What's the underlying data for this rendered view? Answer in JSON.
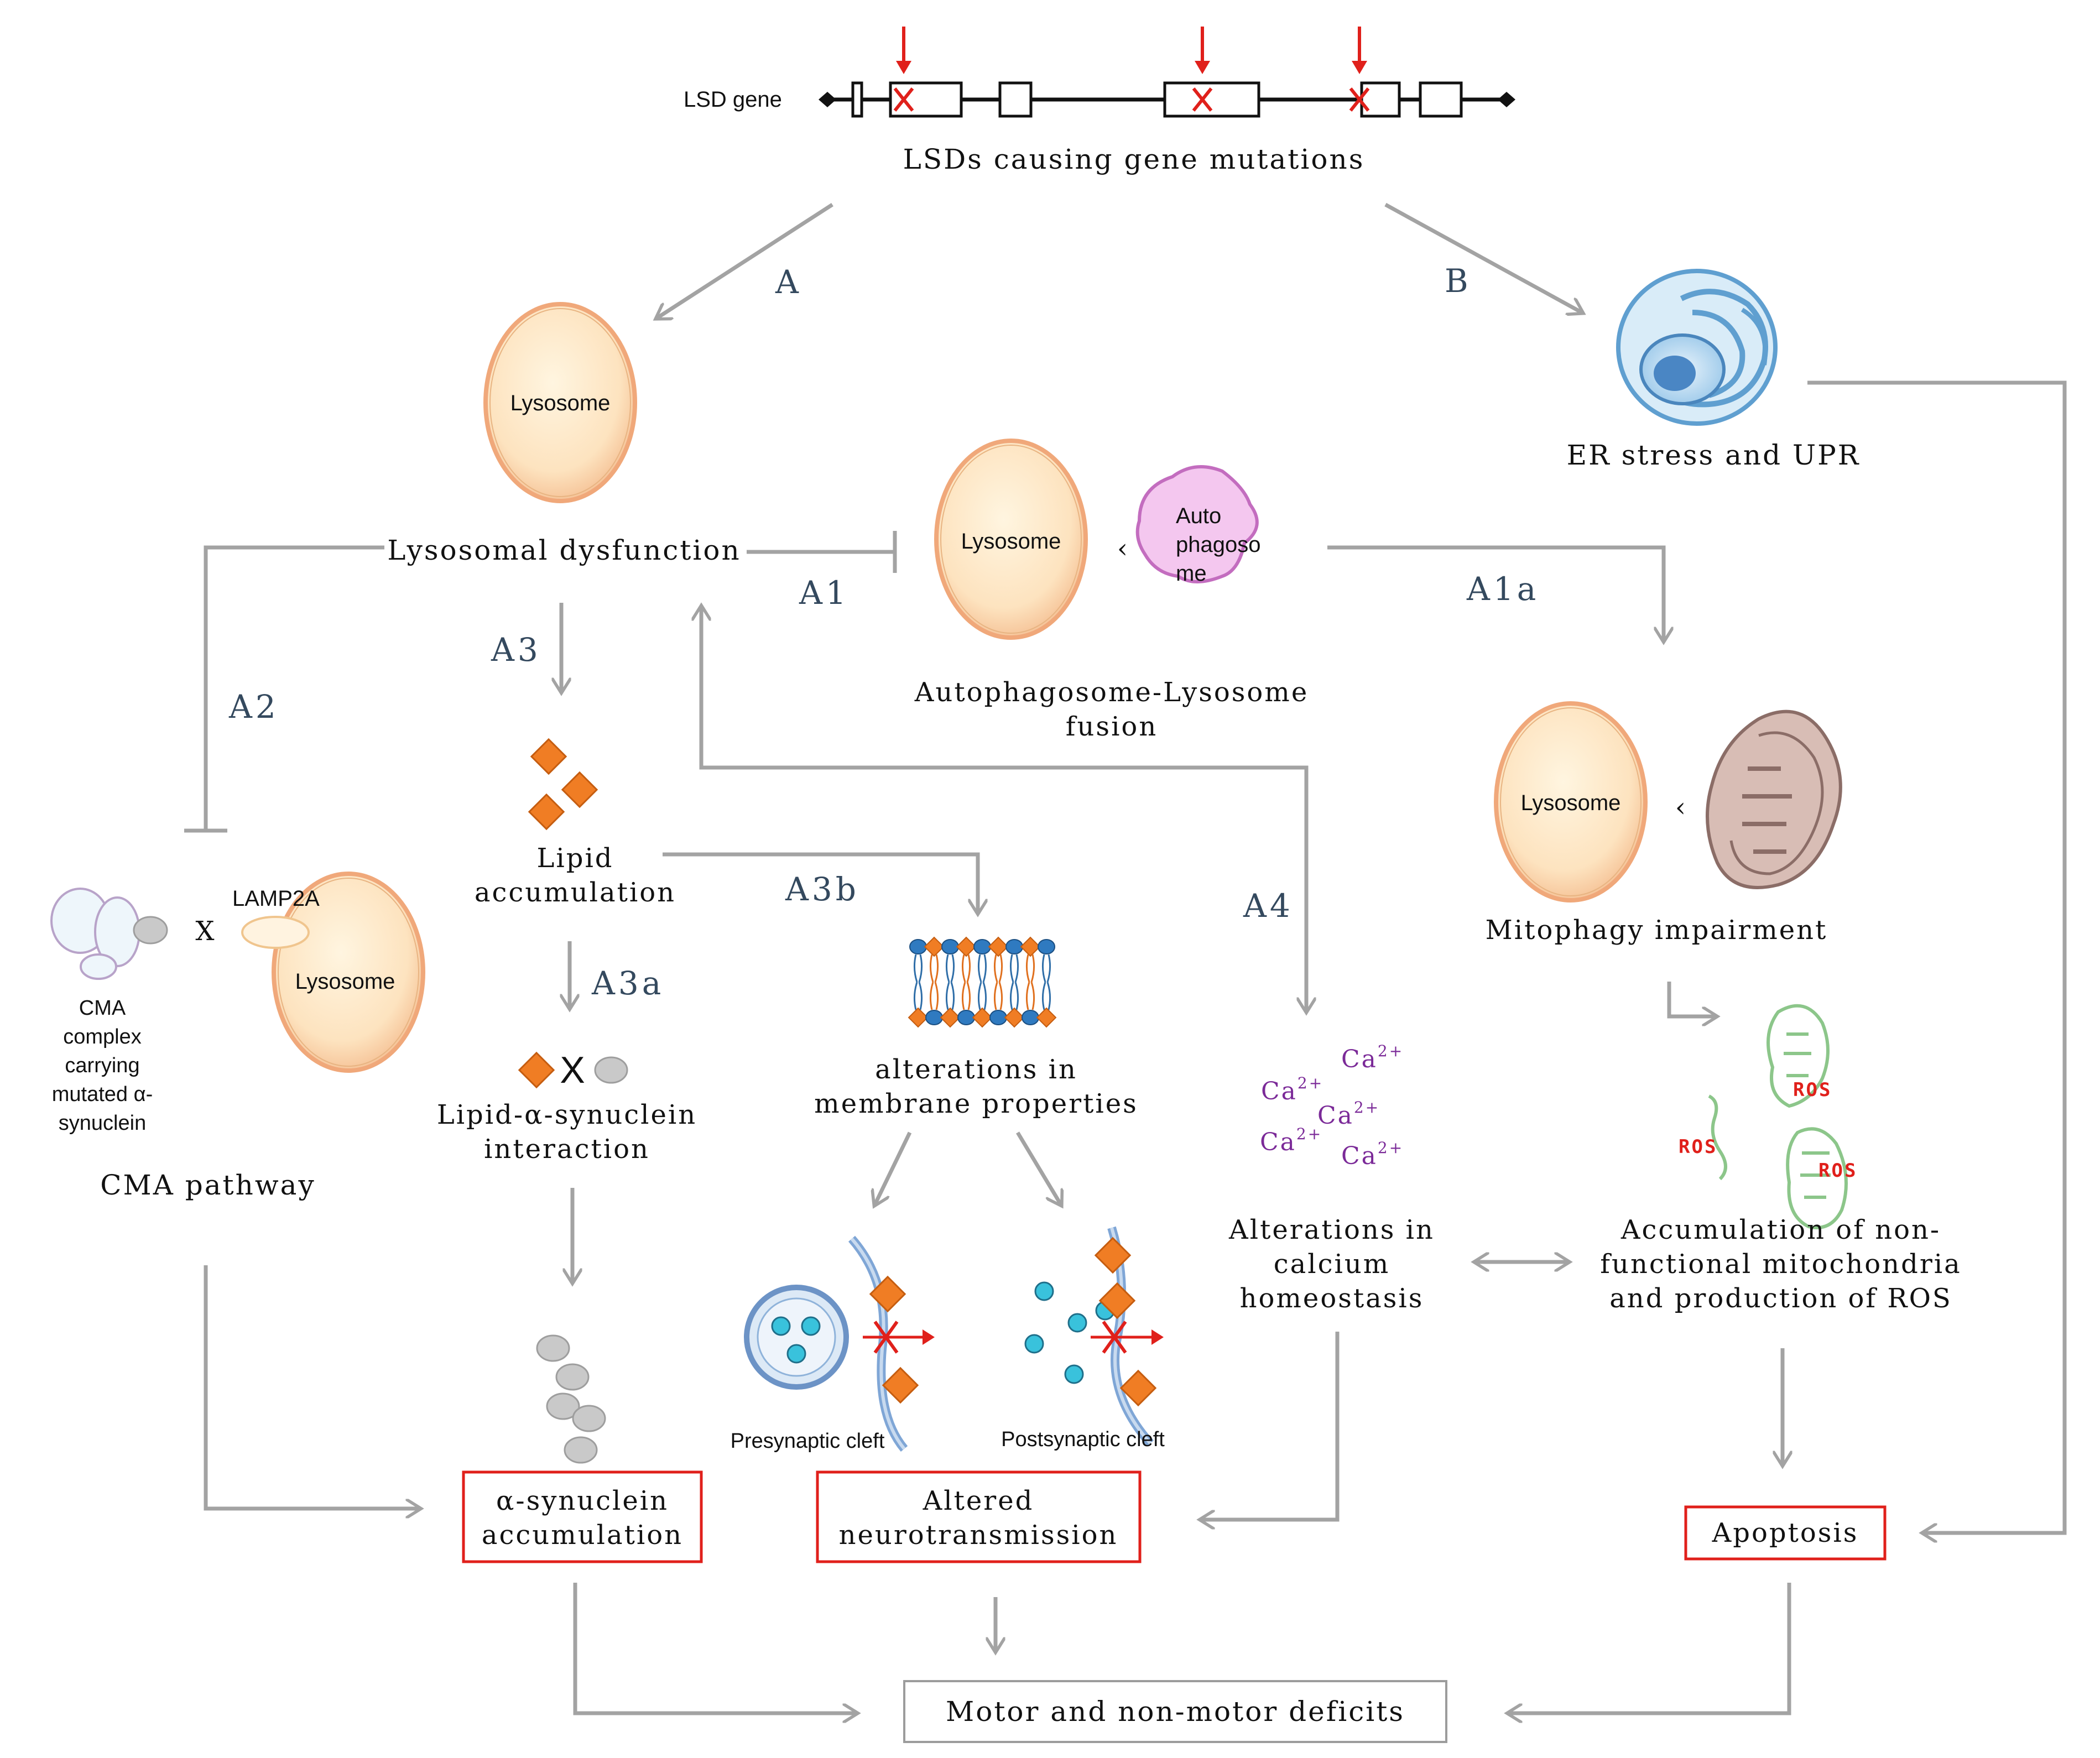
{
  "gene": {
    "label": "LSD gene",
    "caption": "LSDs causing gene mutations"
  },
  "pathway_labels": {
    "A": "A",
    "B": "B",
    "A1": "A1",
    "A1a": "A1a",
    "A2": "A2",
    "A3": "A3",
    "A3a": "A3a",
    "A3b": "A3b",
    "A4": "A4"
  },
  "nodes": {
    "lysosomal_dysfunction": "Lysosomal dysfunction",
    "er_stress": "ER stress and UPR",
    "autophagosome_fusion_line1": "Autophagosome-Lysosome",
    "autophagosome_fusion_line2": "fusion",
    "mitophagy": "Mitophagy impairment",
    "lipid_line1": "Lipid",
    "lipid_line2": "accumulation",
    "lipid_syn_line1": "Lipid-α-synuclein",
    "lipid_syn_line2": "interaction",
    "membrane_line1": "alterations in",
    "membrane_line2": "membrane properties",
    "calcium_line1": "Alterations in",
    "calcium_line2": "calcium",
    "calcium_line3": "homeostasis",
    "mito_line1": "Accumulation of non-",
    "mito_line2": "functional mitochondria",
    "mito_line3": "and production of ROS",
    "cma_pathway": "CMA pathway",
    "cma_complex_lines": [
      "CMA",
      "complex",
      "carrying",
      "mutated α-",
      "synuclein"
    ],
    "lamp2a": "LAMP2A",
    "presynaptic": "Presynaptic cleft",
    "postsynaptic": "Postsynaptic cleft"
  },
  "organelles": {
    "lysosome": "Lysosome",
    "autophagosome_lines": [
      "Auto",
      "phagoso",
      "me"
    ],
    "ca": "Ca",
    "ca_charge": "2+",
    "ros": "ROS"
  },
  "outcomes": {
    "syn_accum_line1": "α-synuclein",
    "syn_accum_line2": "accumulation",
    "neuro_line1": "Altered",
    "neuro_line2": "neurotransmission",
    "apoptosis": "Apoptosis",
    "deficits": "Motor and non-motor deficits"
  },
  "colors": {
    "arrow_grey": "#a3a3a3",
    "label_blue": "#34495e",
    "mutation_red": "#e0201b",
    "lipid_orange": "#f07d24",
    "calcium_purple": "#7b2a98",
    "ros_green": "#8cc68a",
    "lysosome_fill": "#fde9c8",
    "lysosome_rim": "#f0a87a"
  }
}
